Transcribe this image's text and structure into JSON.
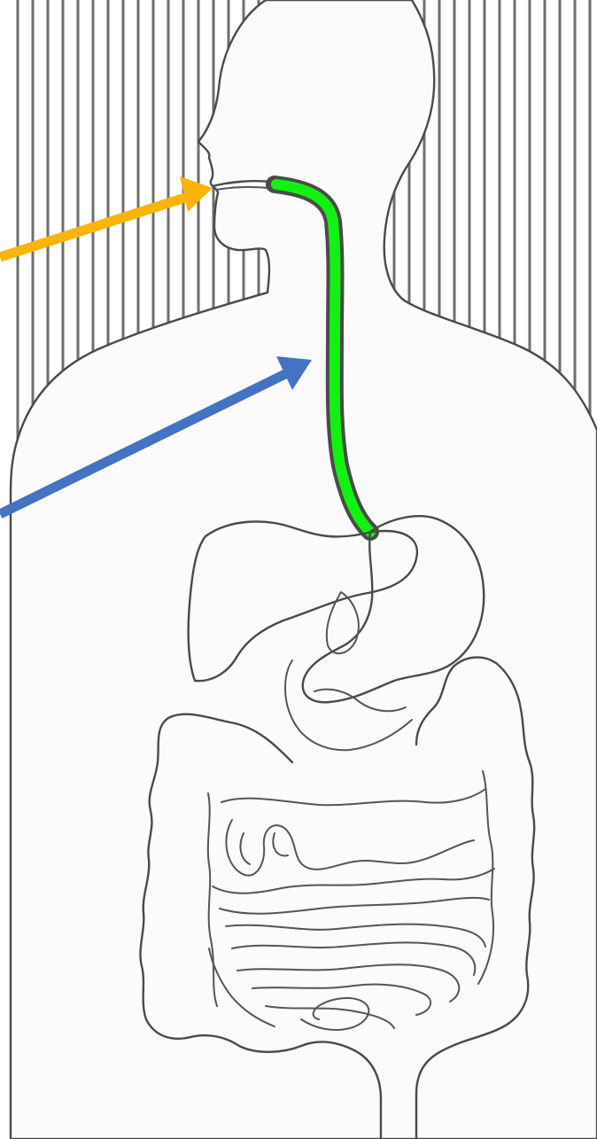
{
  "diagram": {
    "colors": {
      "background": "#ffffff",
      "body_fill": "#fbfbfb",
      "outline": "#4a4a4a",
      "hatch": "#6e6e6e",
      "esophagus_highlight": "#12f212",
      "arrow_mouth": "#fbb40a",
      "arrow_esophagus": "#4472c4"
    },
    "highlighted_organ": "esophagus",
    "pointers": [
      {
        "name": "arrow-to-mouth",
        "target": "mouth",
        "color": "#fbb40a"
      },
      {
        "name": "arrow-to-esophagus",
        "target": "esophagus",
        "color": "#4472c4"
      }
    ]
  }
}
